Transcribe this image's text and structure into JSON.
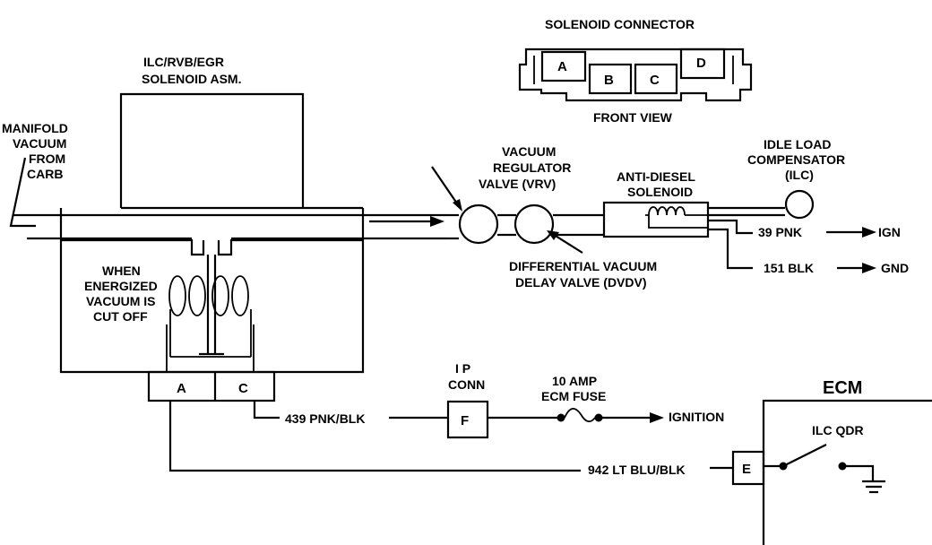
{
  "labels": {
    "solenoid_asm": [
      "ILC/RVB/EGR",
      "SOLENOID ASM."
    ],
    "manifold_vacuum": [
      "MANIFOLD",
      "VACUUM",
      "FROM",
      "CARB"
    ],
    "when_energized": [
      "WHEN",
      "ENERGIZED",
      "VACUUM IS",
      "CUT OFF"
    ],
    "solenoid_connector": "SOLENOID CONNECTOR",
    "front_view": "FRONT VIEW",
    "vrv": [
      "VACUUM",
      "REGULATOR",
      "VALVE (VRV)"
    ],
    "dvdv": [
      "DIFFERENTIAL VACUUM",
      "DELAY VALVE (DVDV)"
    ],
    "anti_diesel": [
      "ANTI-DIESEL",
      "SOLENOID"
    ],
    "ilc": [
      "IDLE LOAD",
      "COMPENSATOR",
      "(ILC)"
    ],
    "ip_conn": [
      "I P",
      "CONN"
    ],
    "fuse": [
      "10 AMP",
      "ECM FUSE"
    ],
    "ignition": "IGNITION",
    "ecm": "ECM",
    "ilc_qdr": "ILC QDR"
  },
  "wires": {
    "w39": "39 PNK",
    "w151": "151 BLK",
    "w439": "439 PNK/BLK",
    "w942": "942 LT BLU/BLK"
  },
  "terminals": {
    "ign": "IGN",
    "gnd": "GND",
    "a": "A",
    "c": "C",
    "f": "F",
    "e": "E"
  },
  "connector_pins": [
    "A",
    "B",
    "C",
    "D"
  ]
}
